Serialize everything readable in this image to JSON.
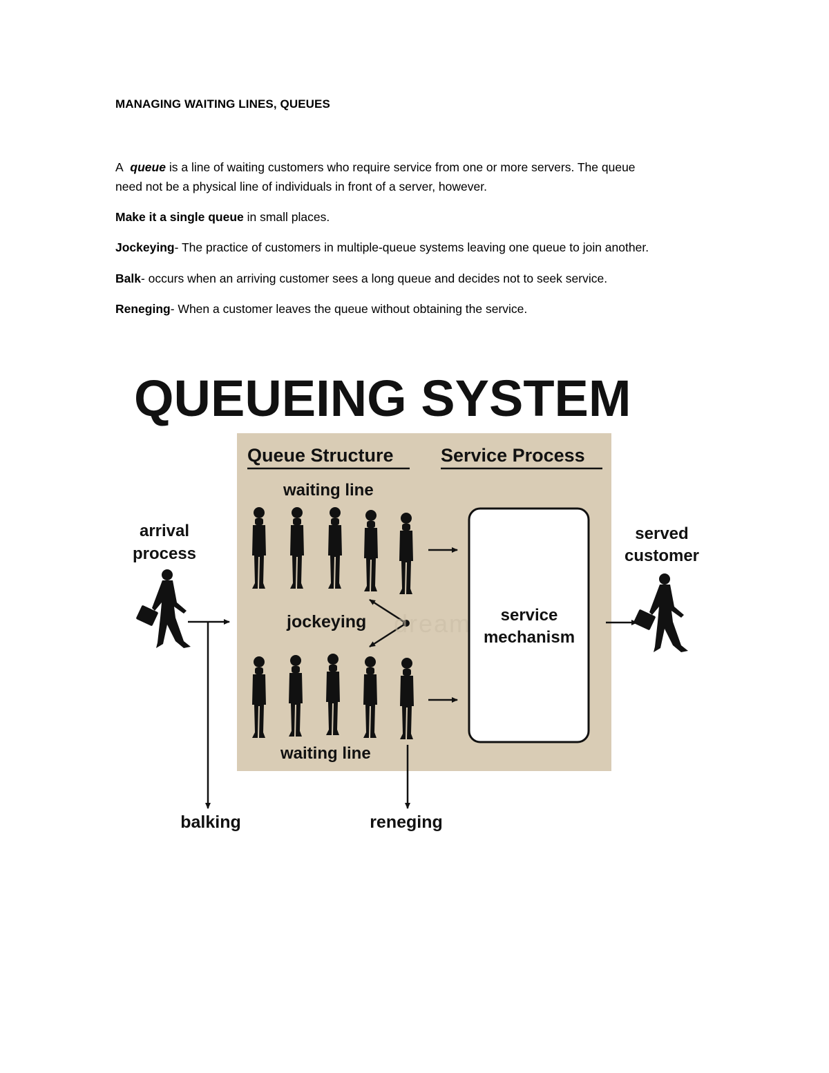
{
  "document": {
    "heading": "MANAGING WAITING LINES, QUEUES",
    "intro": {
      "prefix": "A",
      "term": "queue",
      "text_line1": "is a line of waiting customers who require service from one or more servers. The queue",
      "text_line2": "need not be a physical line of individuals in front of a server, however."
    },
    "single_queue": {
      "term": "Make it a single queue",
      "text": "in small places."
    },
    "jockeying": {
      "term": "Jockeying",
      "text": "- The practice of customers in multiple-queue systems leaving one queue to join another."
    },
    "balk": {
      "term": "Balk",
      "text": "- occurs when an arriving customer sees a long queue and decides not to seek service."
    },
    "reneging": {
      "term": "Reneging",
      "text": "- When a customer leaves the queue without obtaining the service."
    }
  },
  "diagram": {
    "title": "QUEUEING SYSTEM",
    "queue_structure": "Queue Structure",
    "service_process": "Service Process",
    "waiting_line_top": "waiting line",
    "waiting_line_bottom": "waiting line",
    "arrival_line1": "arrival",
    "arrival_line2": "process",
    "served_line1": "served",
    "served_line2": "customer",
    "jockeying": "jockeying",
    "service_line1": "service",
    "service_line2": "mechanism",
    "balking": "balking",
    "reneging": "reneging",
    "watermark": "dreamstime",
    "colors": {
      "panel": "#d9ccb5",
      "silhouette": "#111111",
      "box": "#ffffff"
    }
  }
}
